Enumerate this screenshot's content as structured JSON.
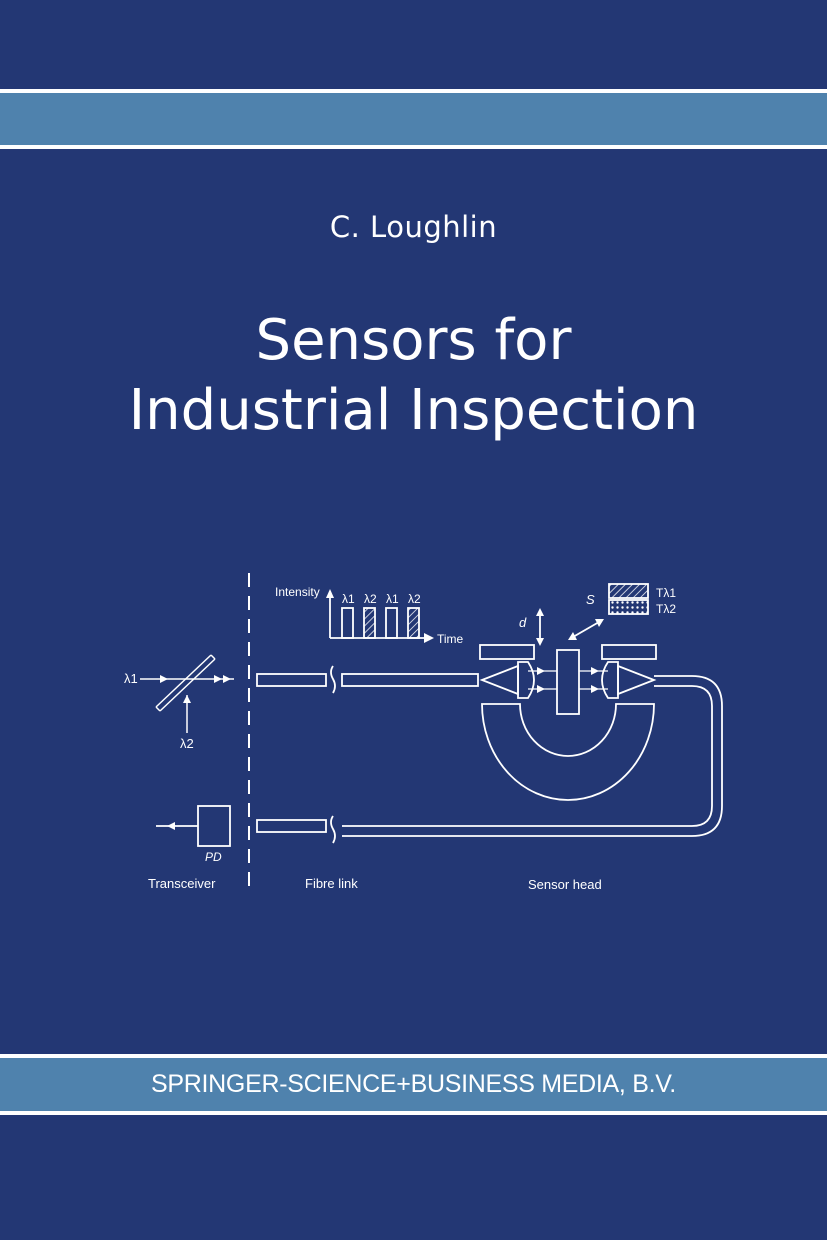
{
  "author": "C. Loughlin",
  "title": {
    "line1": "Sensors for",
    "line2": "Industrial Inspection"
  },
  "diagram": {
    "intensity_label": "Intensity",
    "time_label": "Time",
    "pulse_labels": [
      "λ1",
      "λ2",
      "λ1",
      "λ2"
    ],
    "lambda1_input": "λ1",
    "lambda2_input": "λ2",
    "d_label": "d",
    "s_label": "S",
    "legend_t1": "Tλ1",
    "legend_t2": "Tλ2",
    "pd_label": "PD",
    "section_transceiver": "Transceiver",
    "section_fibre": "Fibre link",
    "section_sensor": "Sensor head"
  },
  "publisher": "SPRINGER-SCIENCE+BUSINESS MEDIA, B.V.",
  "colors": {
    "background": "#233774",
    "band": "#4f82ad",
    "line": "#ffffff"
  }
}
